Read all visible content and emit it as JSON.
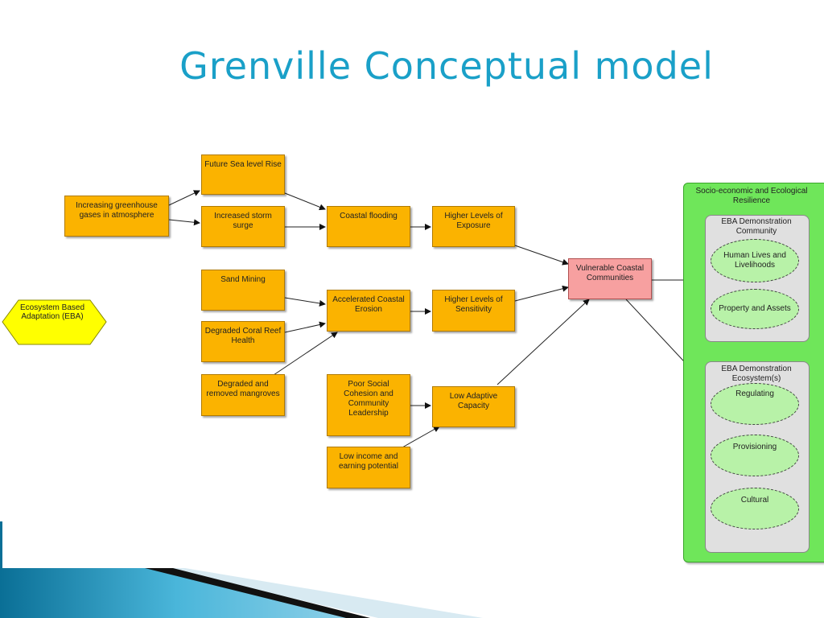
{
  "title": "Grenville Conceptual model",
  "nodes": {
    "eba": "Ecosystem Based Adaptation (EBA)",
    "ghg": "Increasing greenhouse gases in atmosphere",
    "sea_level": "Future Sea level Rise",
    "storm": "Increased storm surge",
    "flooding": "Coastal flooding",
    "exposure": "Higher Levels of Exposure",
    "sand": "Sand Mining",
    "coral": "Degraded Coral Reef Health",
    "mangroves": "Degraded and removed mangroves",
    "erosion": "Accelerated Coastal Erosion",
    "sensitivity": "Higher Levels of Sensitivity",
    "social": "Poor Social Cohesion and Community Leadership",
    "income": "Low income and earning potential",
    "adaptive": "Low Adaptive Capacity",
    "vulnerable": "Vulnerable Coastal Communities"
  },
  "resilience": {
    "title": "Socio-economic and Ecological Resilience",
    "community": {
      "title": "EBA Demonstration Community",
      "items": [
        "Human Lives and Livelihoods",
        "Property and Assets"
      ]
    },
    "ecosystem": {
      "title": "EBA Demonstration Ecosystem(s)",
      "items": [
        "Regulating",
        "Provisioning",
        "Cultural"
      ]
    }
  },
  "colors": {
    "title": "#1aa0c8",
    "box": "#fbb300",
    "vulnerable": "#f7a0a0",
    "panel": "#6fe65a",
    "hexagon": "#ffff00"
  }
}
